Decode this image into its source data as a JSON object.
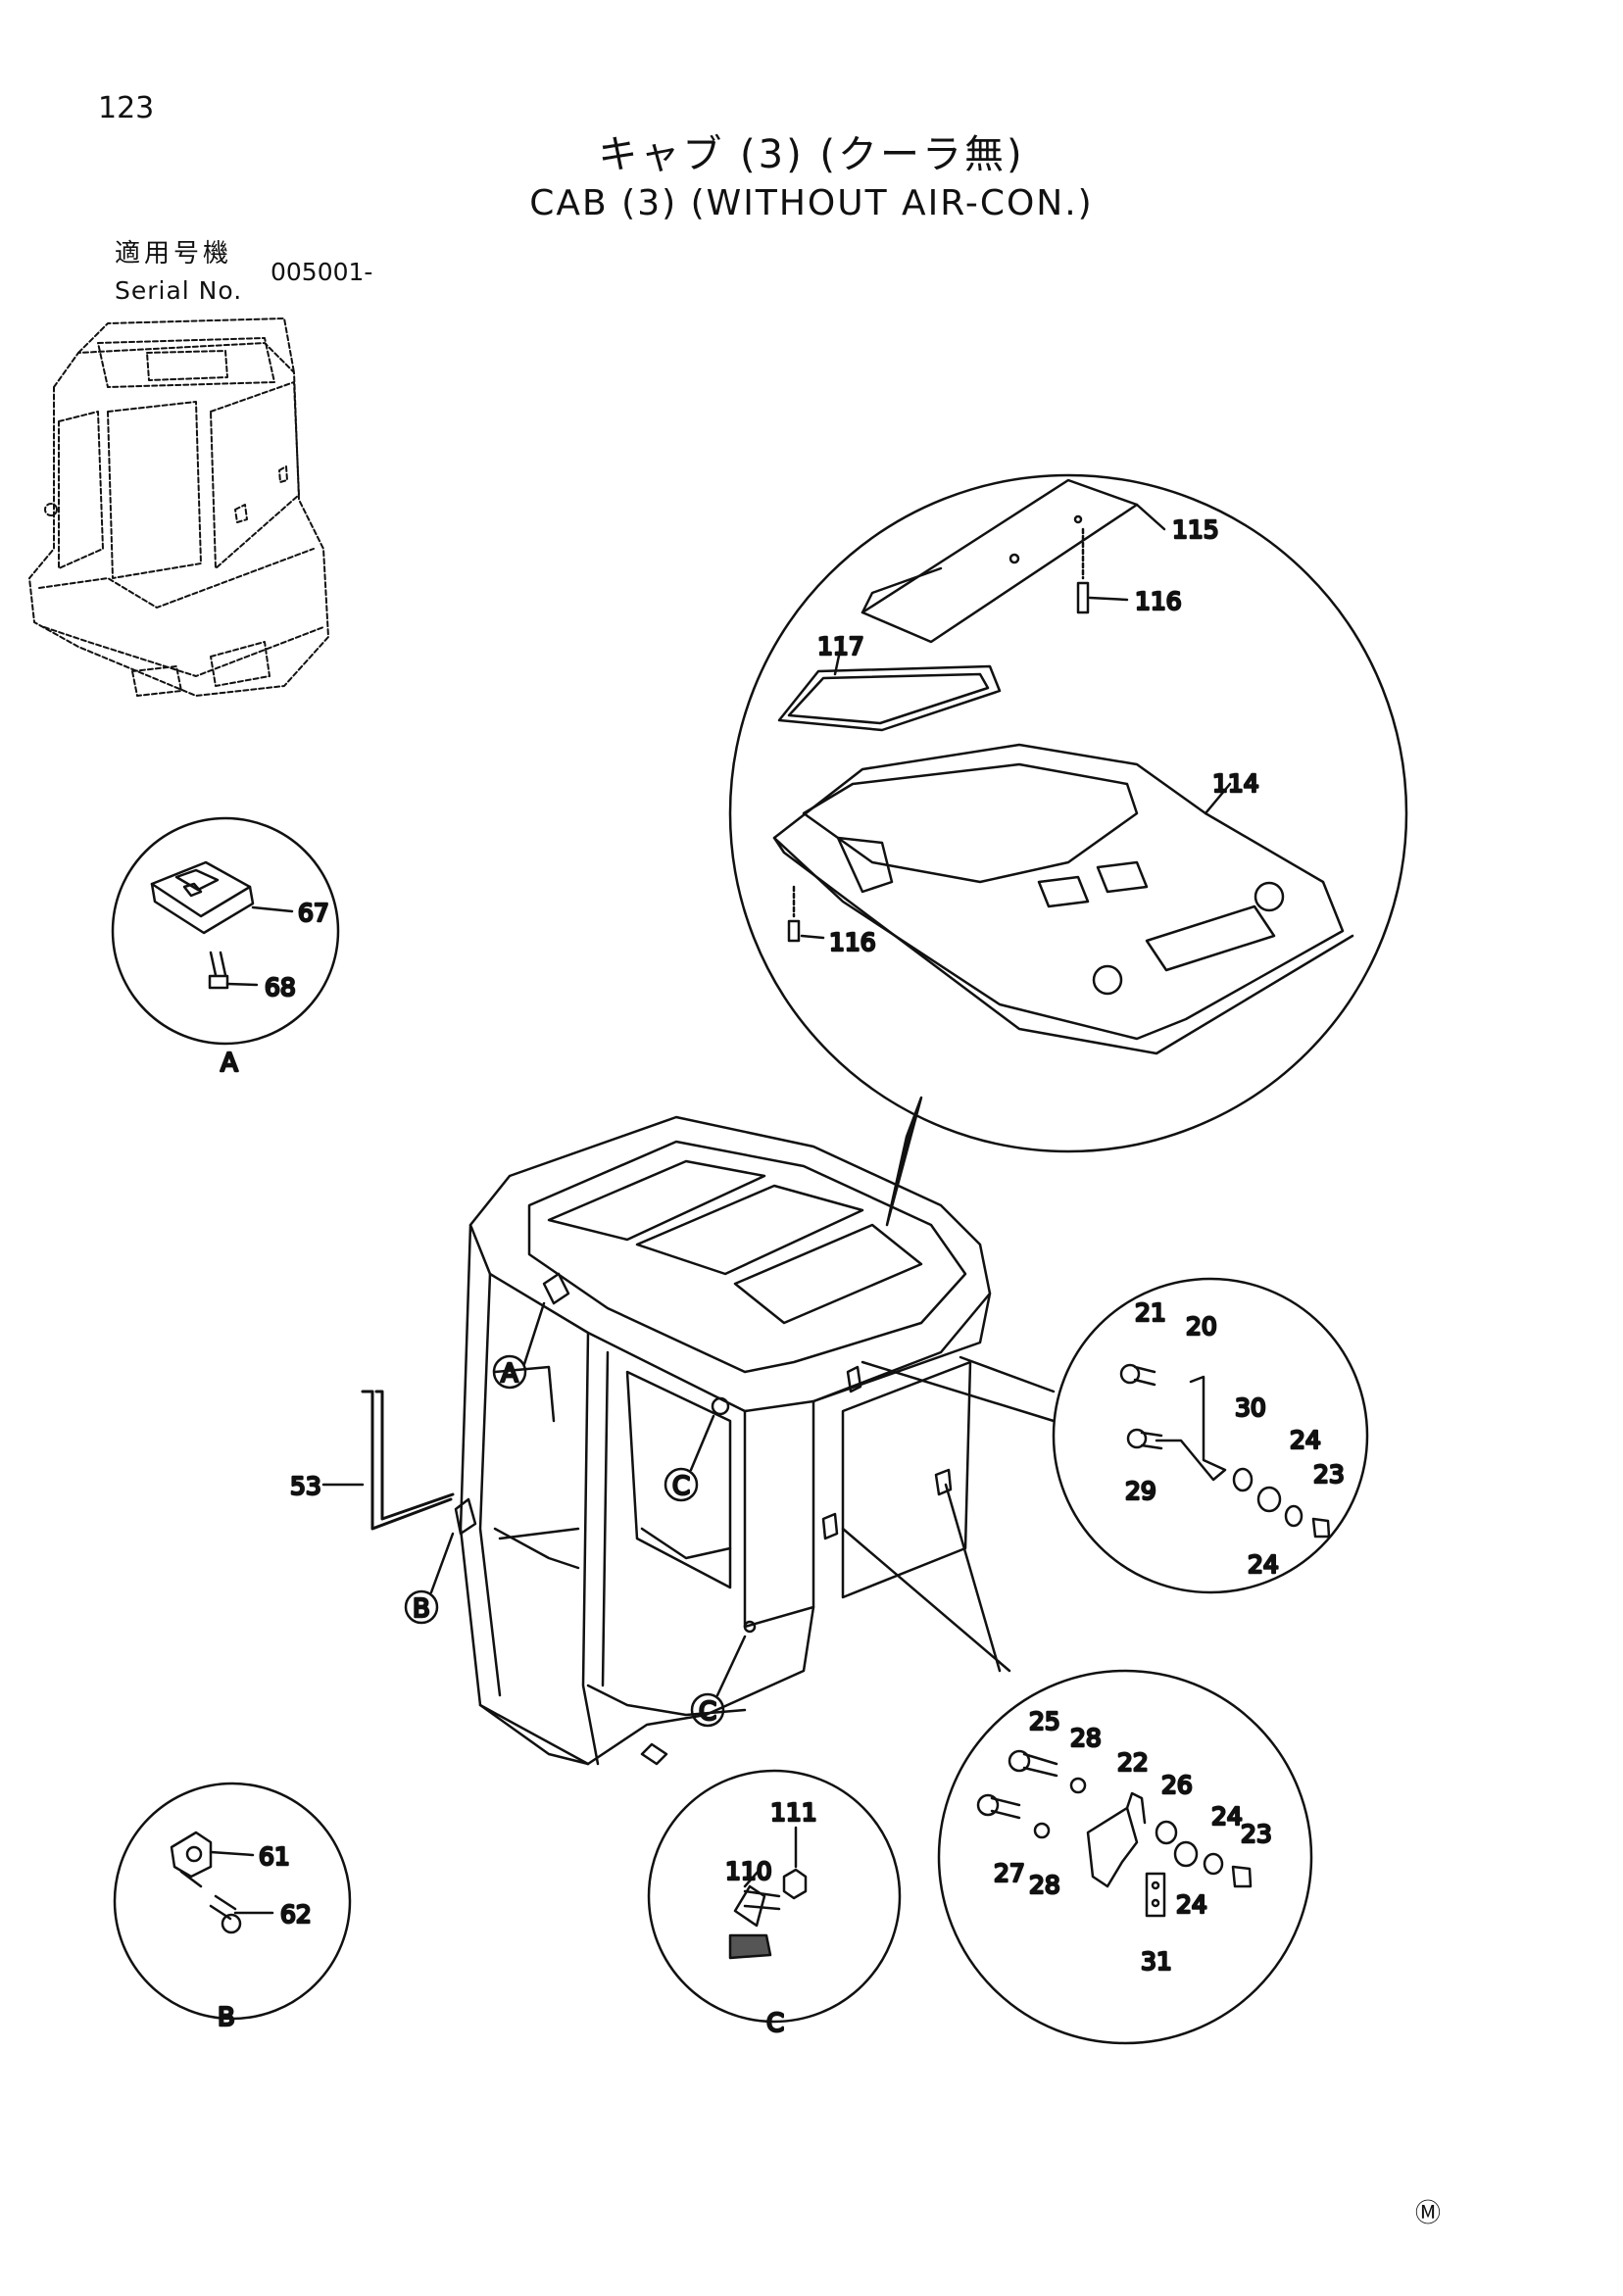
{
  "page_number": "123",
  "title_jp": "キャブ (3) (クーラ無)",
  "title_en": "CAB (3) (WITHOUT AIR-CON.)",
  "serial_label_jp": "適用号機",
  "serial_label_en": "Serial No.",
  "serial_value": "005001-",
  "corner_mark": "Ⓜ",
  "detail_labels": {
    "a": "A",
    "b": "B",
    "c": "C"
  },
  "parts": {
    "p115": "115",
    "p116a": "116",
    "p117": "117",
    "p114": "114",
    "p116b": "116",
    "p67": "67",
    "p68": "68",
    "p53": "53",
    "p21": "21",
    "p20": "20",
    "p30": "30",
    "p24a": "24",
    "p23a": "23",
    "p29": "29",
    "p24b": "24",
    "p25": "25",
    "p28a": "28",
    "p22": "22",
    "p26": "26",
    "p24c": "24",
    "p23b": "23",
    "p27": "27",
    "p28b": "28",
    "p24d": "24",
    "p31": "31",
    "p61": "61",
    "p62": "62",
    "p111": "111",
    "p110": "110"
  }
}
